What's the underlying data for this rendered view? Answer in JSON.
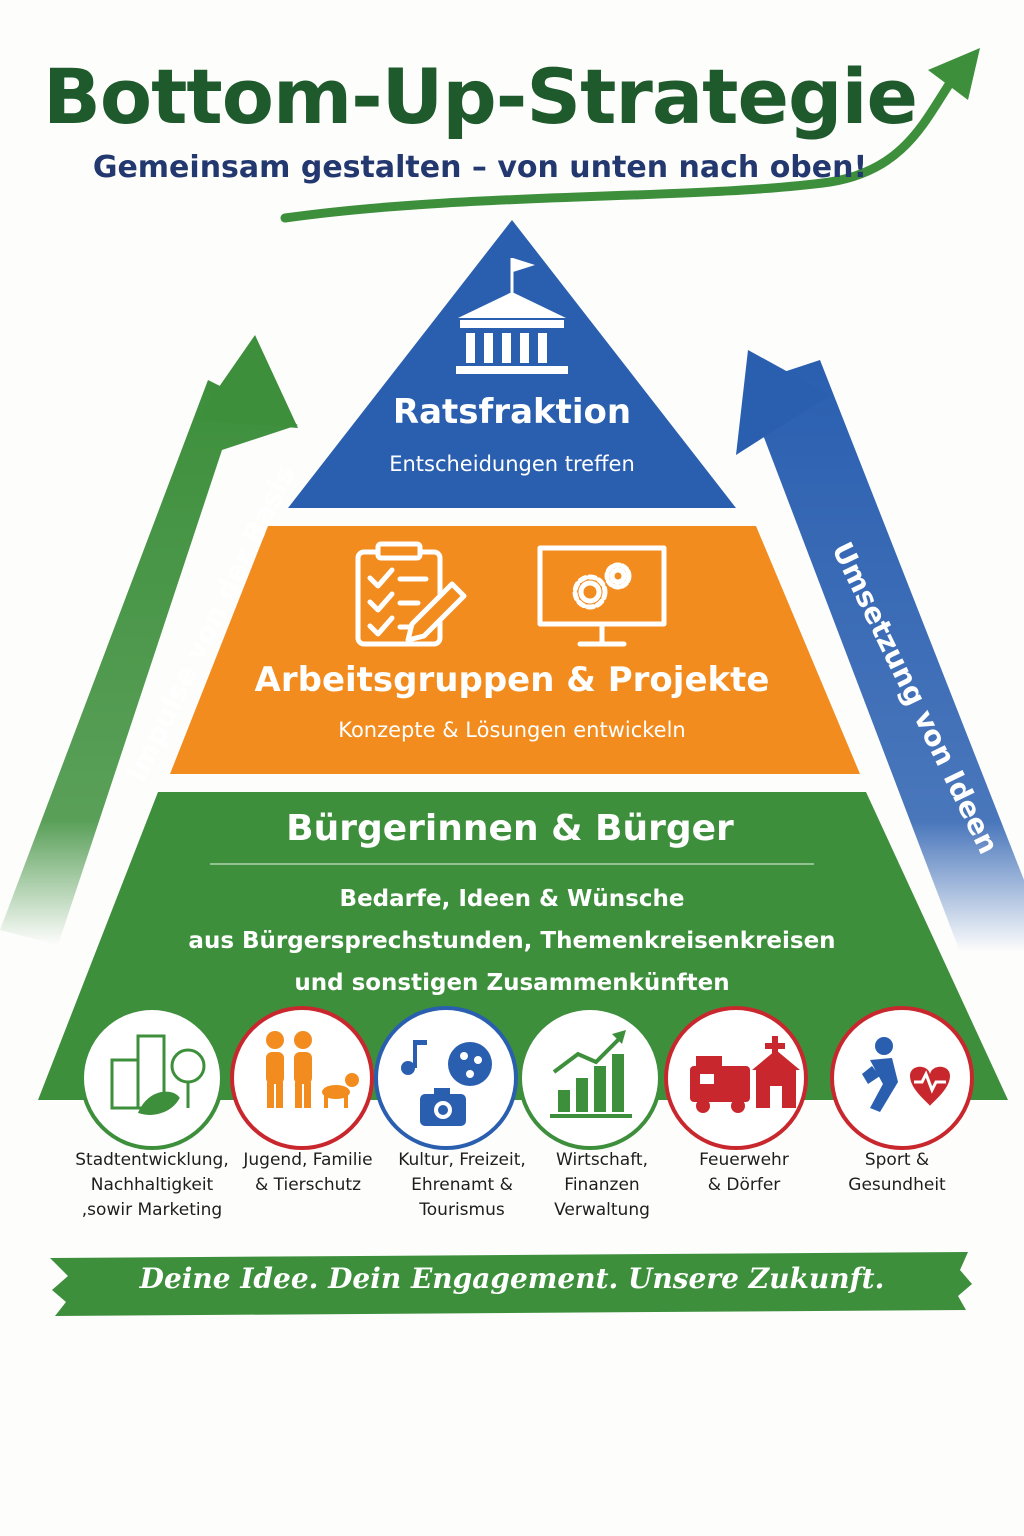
{
  "header": {
    "title": "Bottom-Up-Strategie",
    "subtitle": "Gemeinsam gestalten – von unten nach oben!"
  },
  "colors": {
    "green": "#3d8f3c",
    "blue": "#2a5fb0",
    "orange": "#f28c1e",
    "dark_green": "#1f5a2c",
    "navy": "#23386f",
    "red": "#c8282d"
  },
  "pyramid": {
    "top": {
      "title": "Ratsfraktion",
      "subtitle": "Entscheidungen treffen",
      "icon": "city-hall-icon"
    },
    "middle": {
      "title": "Arbeitsgruppen & Projekte",
      "subtitle": "Konzepte & Lösungen entwickeln",
      "icons": [
        "checklist-clipboard-icon",
        "presentation-gears-icon"
      ]
    },
    "base": {
      "title": "Bürgerinnen & Bürger",
      "lines": [
        "Bedarfe, Ideen & Wünsche",
        "aus Bürgersprechstunden, Themenkreisenkreisen",
        "und sonstigen Zusammenkünften"
      ]
    }
  },
  "arrows": {
    "left": "Impulse von der Basis",
    "right": "Umsetzung von Ideen"
  },
  "categories": [
    {
      "icon": "city-tree-icon",
      "lines": [
        "Stadtentwicklung,",
        "Nachhaltigkeit",
        ",sowir Marketing"
      ]
    },
    {
      "icon": "family-dog-icon",
      "lines": [
        "Jugend, Familie",
        "& Tierschutz"
      ]
    },
    {
      "icon": "music-camera-icon",
      "lines": [
        "Kultur, Freizeit,",
        "Ehrenamt &",
        "Tourismus"
      ]
    },
    {
      "icon": "growth-chart-icon",
      "lines": [
        "Wirtschaft,",
        "Finanzen",
        "Verwaltung"
      ]
    },
    {
      "icon": "firetruck-house-icon",
      "lines": [
        "Feuerwehr",
        "& Dörfer"
      ]
    },
    {
      "icon": "runner-heart-icon",
      "lines": [
        "Sport &",
        "Gesundheit"
      ]
    }
  ],
  "footer": {
    "slogan": "Deine Idee. Dein Engagement. Unsere Zukunft."
  }
}
